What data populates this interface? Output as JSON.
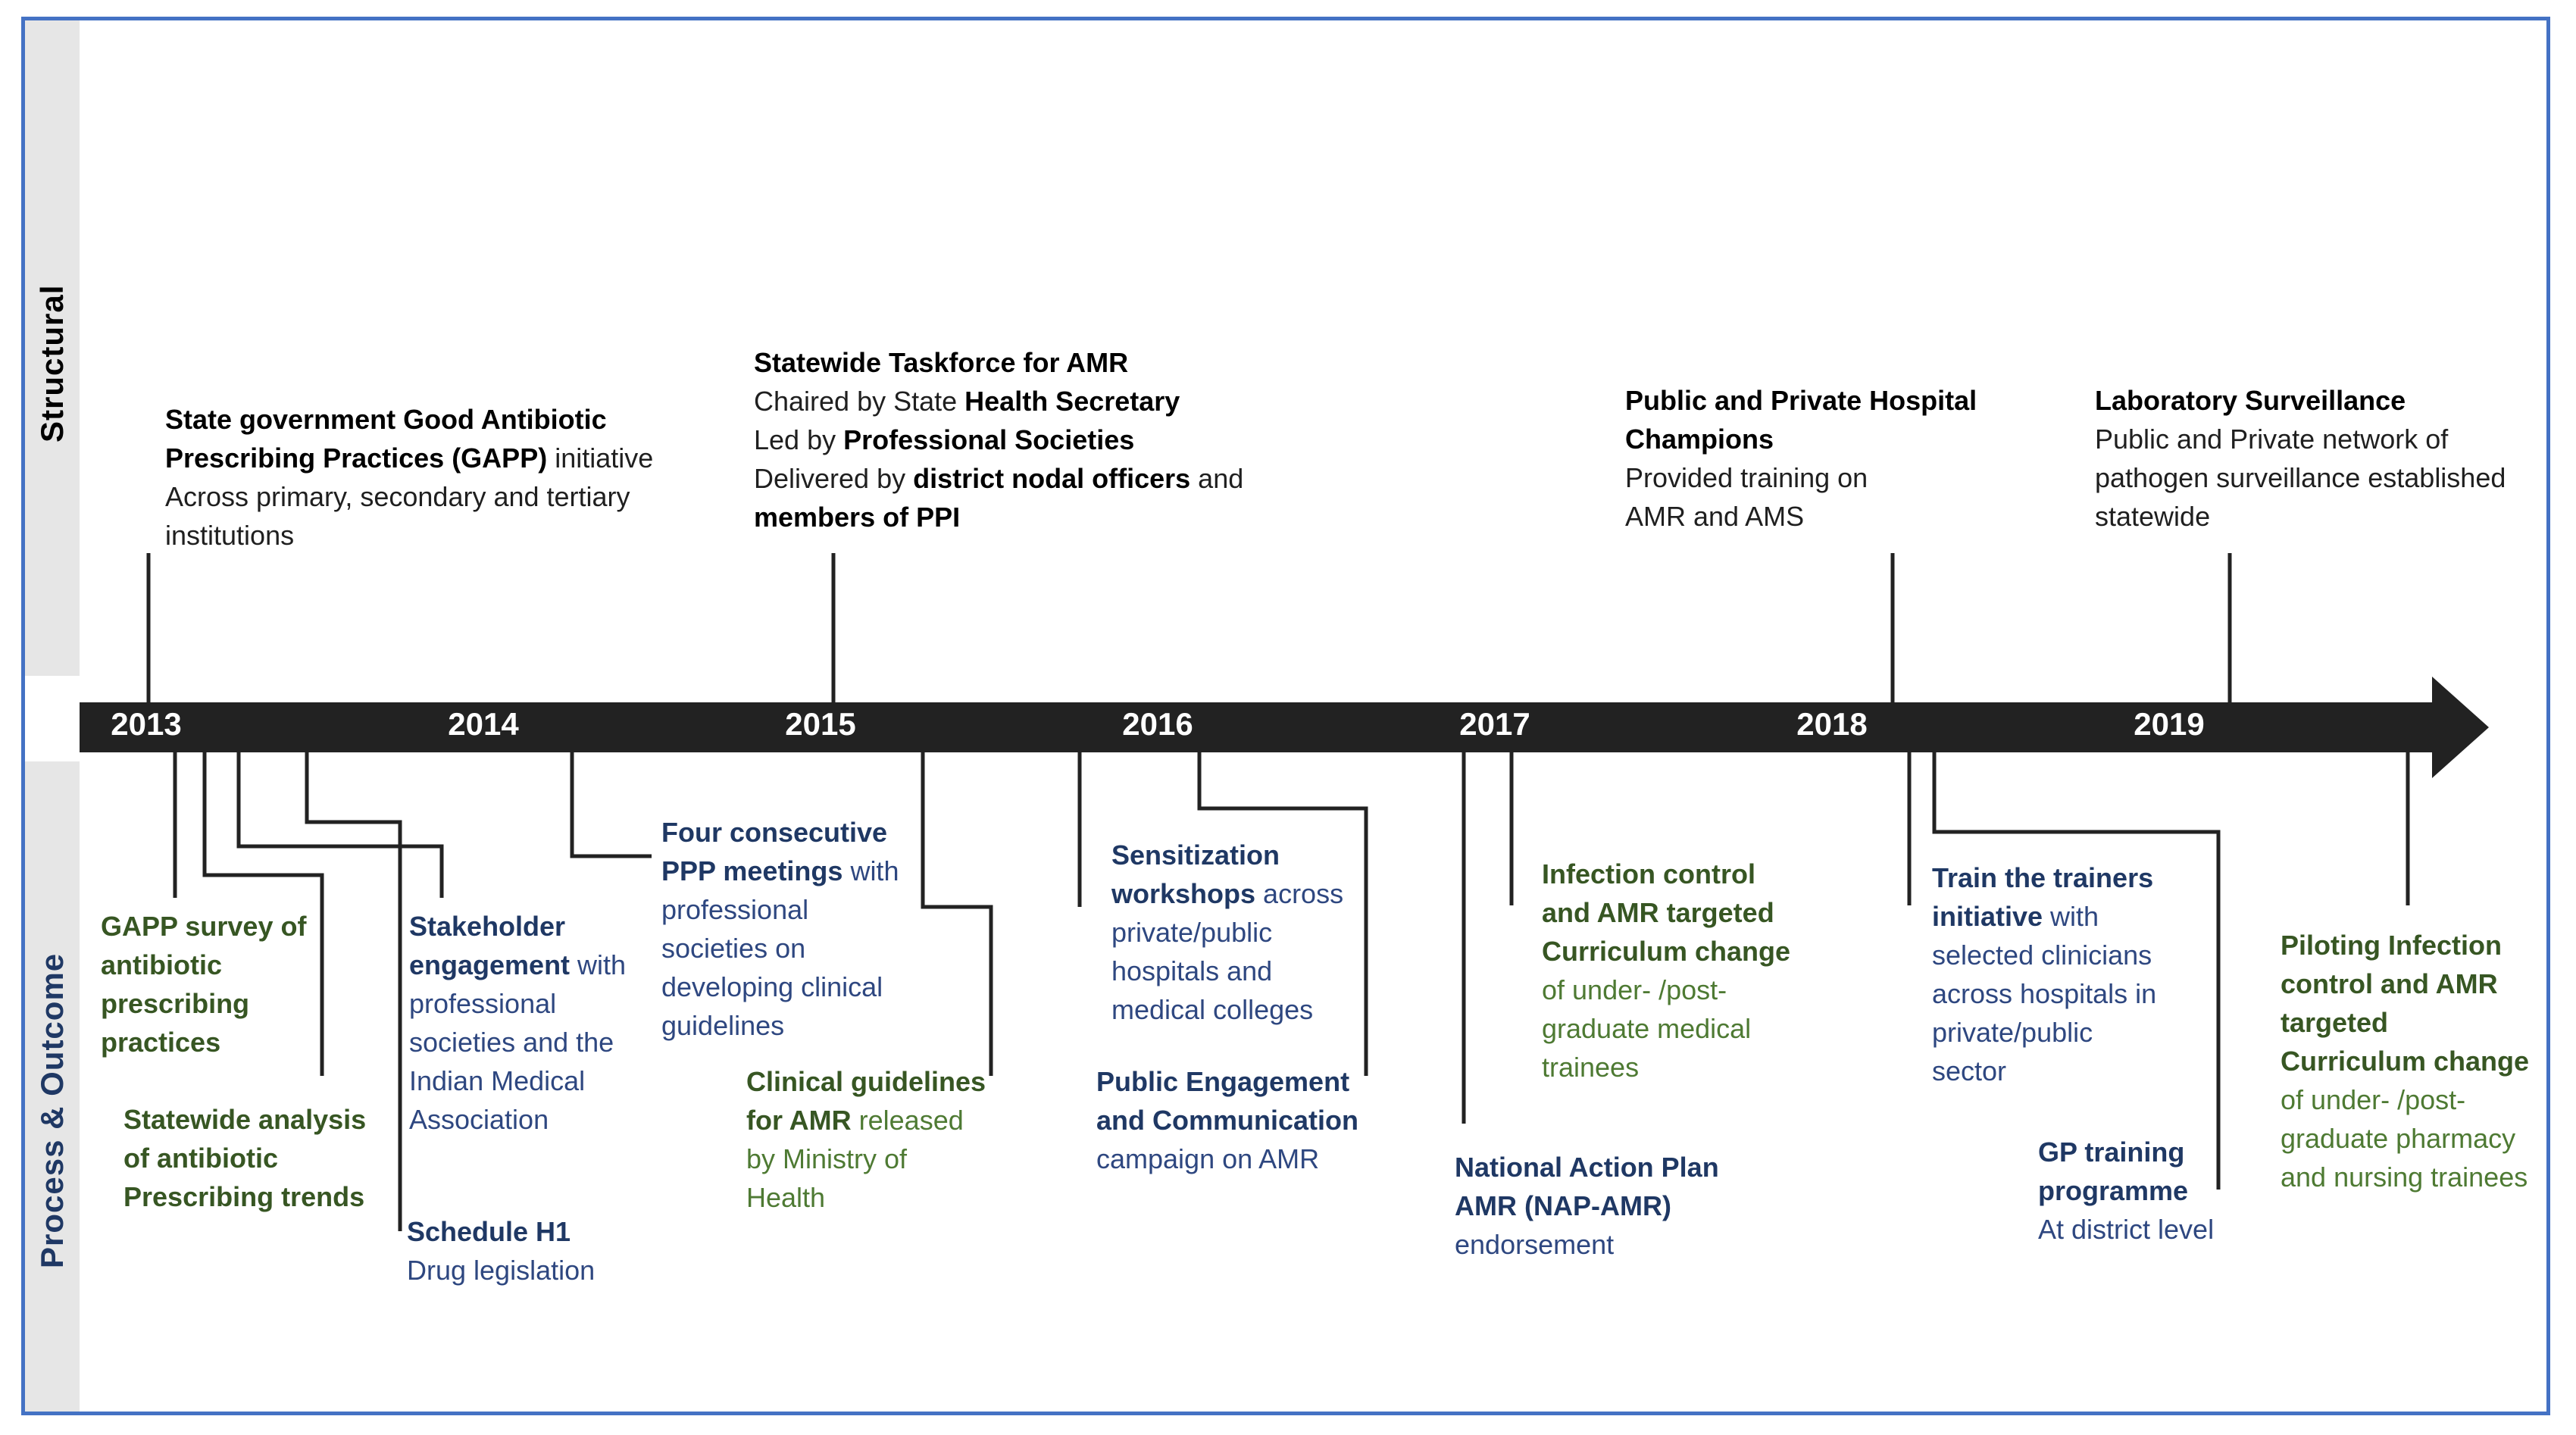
{
  "sections": {
    "structural": "Structural",
    "process_outcome": "Process & Outcome"
  },
  "colors": {
    "frame": "#4472c4",
    "axis": "#222222",
    "structural_text": "#000000",
    "process_text": "#1f3864",
    "outcome_text": "#375623"
  },
  "years": [
    "2013",
    "2014",
    "2015",
    "2016",
    "2017",
    "2018",
    "2019"
  ],
  "structural_events": [
    {
      "lines": [
        [
          {
            "b": "State government Good Antibiotic"
          }
        ],
        [
          {
            "b": "Prescribing Practices (GAPP)"
          },
          {
            "t": " initiative"
          }
        ],
        [
          {
            "t": "Across primary, secondary and tertiary"
          }
        ],
        [
          {
            "t": "institutions"
          }
        ]
      ]
    },
    {
      "lines": [
        [
          {
            "b": "Statewide Taskforce for AMR"
          }
        ],
        [
          {
            "t": "Chaired by State "
          },
          {
            "b": "Health Secretary"
          }
        ],
        [
          {
            "t": "Led by "
          },
          {
            "b": "Professional Societies"
          }
        ],
        [
          {
            "t": "Delivered by "
          },
          {
            "b": "district nodal officers"
          },
          {
            "t": " and"
          }
        ],
        [
          {
            "b": "members of PPI"
          }
        ]
      ]
    },
    {
      "lines": [
        [
          {
            "b": "Public and Private Hospital"
          }
        ],
        [
          {
            "b": "Champions"
          }
        ],
        [
          {
            "t": "Provided training on"
          }
        ],
        [
          {
            "t": "AMR and AMS"
          }
        ]
      ]
    },
    {
      "lines": [
        [
          {
            "b": "Laboratory Surveillance"
          }
        ],
        [
          {
            "t": "Public and Private network  of"
          }
        ],
        [
          {
            "t": "pathogen surveillance established"
          }
        ],
        [
          {
            "t": "statewide"
          }
        ]
      ]
    }
  ],
  "process_events": [
    {
      "color": "green",
      "lines": [
        [
          {
            "b": "GAPP survey of"
          }
        ],
        [
          {
            "b": "antibiotic"
          }
        ],
        [
          {
            "b": "prescribing"
          }
        ],
        [
          {
            "b": "practices"
          }
        ]
      ]
    },
    {
      "color": "green",
      "lines": [
        [
          {
            "b": "Statewide analysis"
          }
        ],
        [
          {
            "b": "of antibiotic"
          }
        ],
        [
          {
            "b": "Prescribing trends"
          }
        ]
      ]
    },
    {
      "color": "blue",
      "lines": [
        [
          {
            "b": "Stakeholder"
          }
        ],
        [
          {
            "b": "engagement"
          },
          {
            "t": " with"
          }
        ],
        [
          {
            "t": "professional"
          }
        ],
        [
          {
            "t": "societies and the"
          }
        ],
        [
          {
            "t": "Indian Medical"
          }
        ],
        [
          {
            "t": "Association"
          }
        ]
      ]
    },
    {
      "color": "blue",
      "lines": [
        [
          {
            "b": "Schedule H1"
          }
        ],
        [
          {
            "t": "Drug legislation"
          }
        ]
      ]
    },
    {
      "color": "blue",
      "lines": [
        [
          {
            "b": "Four consecutive"
          }
        ],
        [
          {
            "b": "PPP meetings"
          },
          {
            "t": " with"
          }
        ],
        [
          {
            "t": "professional"
          }
        ],
        [
          {
            "t": "societies on"
          }
        ],
        [
          {
            "t": "developing clinical"
          }
        ],
        [
          {
            "t": "guidelines"
          }
        ]
      ]
    },
    {
      "color": "green",
      "lines": [
        [
          {
            "b": "Clinical guidelines"
          }
        ],
        [
          {
            "b": "for AMR"
          },
          {
            "t": " released"
          }
        ],
        [
          {
            "t": "by Ministry of"
          }
        ],
        [
          {
            "t": "Health"
          }
        ]
      ]
    },
    {
      "color": "blue",
      "lines": [
        [
          {
            "b": "Sensitization"
          }
        ],
        [
          {
            "b": "workshops"
          },
          {
            "t": " across"
          }
        ],
        [
          {
            "t": "private/public"
          }
        ],
        [
          {
            "t": "hospitals and"
          }
        ],
        [
          {
            "t": "medical colleges"
          }
        ]
      ]
    },
    {
      "color": "blue",
      "lines": [
        [
          {
            "b": "Public Engagement"
          }
        ],
        [
          {
            "b": "and Communication"
          }
        ],
        [
          {
            "t": "campaign on AMR"
          }
        ]
      ]
    },
    {
      "color": "blue",
      "lines": [
        [
          {
            "b": "National Action Plan"
          }
        ],
        [
          {
            "b": "AMR (NAP-AMR)"
          }
        ],
        [
          {
            "t": "endorsement"
          }
        ]
      ]
    },
    {
      "color": "green",
      "lines": [
        [
          {
            "b": "Infection control"
          }
        ],
        [
          {
            "b": "and AMR targeted"
          }
        ],
        [
          {
            "b": "Curriculum change"
          }
        ],
        [
          {
            "t": "of under- /post-"
          }
        ],
        [
          {
            "t": "graduate medical"
          }
        ],
        [
          {
            "t": "trainees"
          }
        ]
      ]
    },
    {
      "color": "blue",
      "lines": [
        [
          {
            "b": "Train the trainers"
          }
        ],
        [
          {
            "b": "initiative"
          },
          {
            "t": " with"
          }
        ],
        [
          {
            "t": "selected clinicians"
          }
        ],
        [
          {
            "t": "across hospitals in"
          }
        ],
        [
          {
            "t": "private/public"
          }
        ],
        [
          {
            "t": "sector"
          }
        ]
      ]
    },
    {
      "color": "blue",
      "lines": [
        [
          {
            "b": "GP training"
          }
        ],
        [
          {
            "b": "programme"
          }
        ],
        [
          {
            "t": "At district level"
          }
        ]
      ]
    },
    {
      "color": "green",
      "lines": [
        [
          {
            "b": "Piloting Infection"
          }
        ],
        [
          {
            "b": "control and AMR"
          }
        ],
        [
          {
            "b": "targeted"
          }
        ],
        [
          {
            "b": "Curriculum change"
          }
        ],
        [
          {
            "t": "of under- /post-"
          }
        ],
        [
          {
            "t": "graduate pharmacy"
          }
        ],
        [
          {
            "t": "and nursing trainees"
          }
        ]
      ]
    }
  ]
}
